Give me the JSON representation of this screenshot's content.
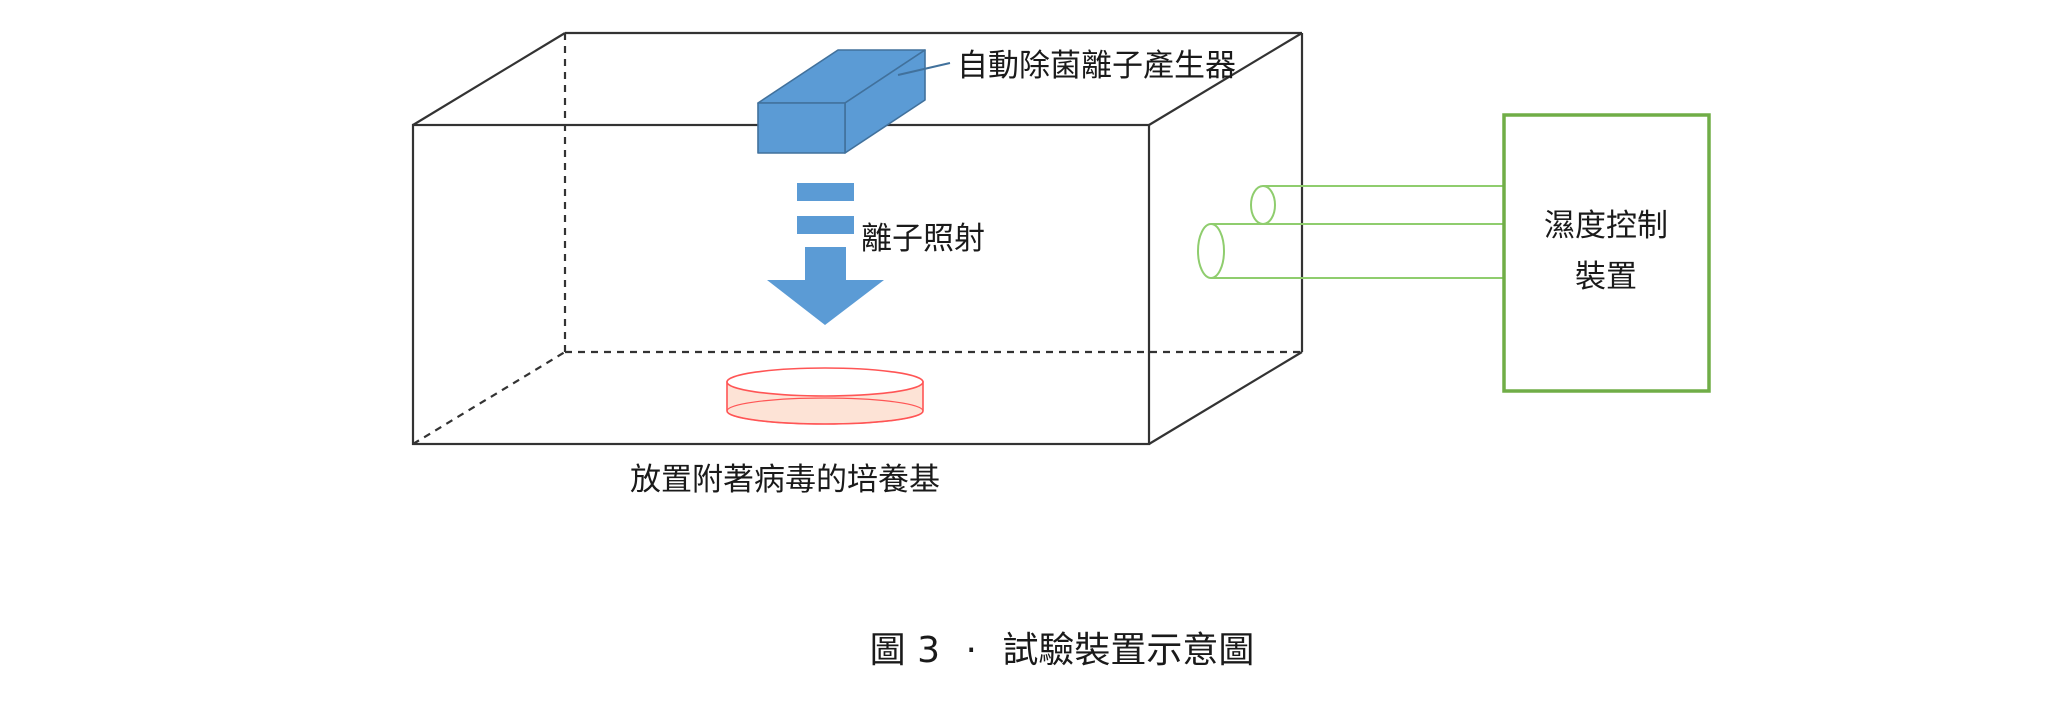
{
  "labels": {
    "ion_generator": "自動除菌離子產生器",
    "ion_irradiation": "離子照射",
    "humidity_line1": "濕度控制",
    "humidity_line2": "裝置",
    "culture_medium": "放置附著病毒的培養基"
  },
  "caption": {
    "figure_no": "圖 3",
    "separator": "·",
    "title": "試驗裝置示意圖"
  },
  "colors": {
    "box_edge": "#333333",
    "generator_fill": "#5b9bd5",
    "generator_edge": "#41719c",
    "arrow_fill": "#5b9bd5",
    "dish_edge": "#ff5555",
    "dish_fill": "#fde3d6",
    "humidity_edge": "#70ad47",
    "tube_edge": "#8fcd6e"
  }
}
